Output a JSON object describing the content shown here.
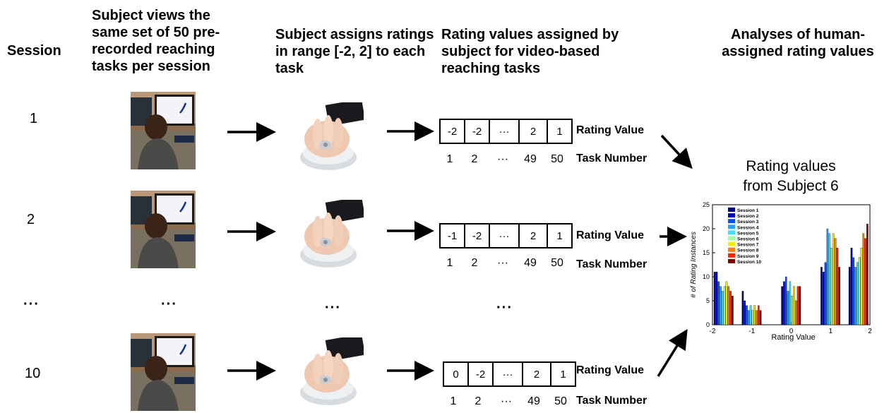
{
  "headers": {
    "session": "Session",
    "views": "Subject views the same set of 50 pre-recorded reaching tasks per session",
    "assigns": "Subject assigns ratings in range [-2, 2] to each task",
    "ratings": "Rating values assigned by subject for video-based reaching tasks",
    "analyses": "Analyses of human-assigned rating values"
  },
  "sessions": [
    {
      "label": "1",
      "cells": [
        "-2",
        "-2",
        "···",
        "2",
        "1"
      ]
    },
    {
      "label": "2",
      "cells": [
        "-1",
        "-2",
        "···",
        "2",
        "1"
      ]
    },
    {
      "label": "10",
      "cells": [
        "0",
        "-2",
        "···",
        "2",
        "1"
      ]
    }
  ],
  "task_numbers": [
    "1",
    "2",
    "···",
    "49",
    "50"
  ],
  "ellipsis": "···",
  "rating_value_label": "Rating Value",
  "task_number_label": "Task Number",
  "chart_title_line1": "Rating values",
  "chart_title_line2": "from Subject 6",
  "chart_data": {
    "type": "bar",
    "xlabel": "Rating Value",
    "ylabel": "# of Rating Instances",
    "categories": [
      "-2",
      "-1",
      "0",
      "1",
      "2"
    ],
    "ylim": [
      0,
      25
    ],
    "yticks": [
      "0",
      "5",
      "10",
      "15",
      "20",
      "25"
    ],
    "legend_position": "top-left",
    "series": [
      {
        "name": "Session 1",
        "color": "#000080",
        "values": [
          11,
          7,
          8,
          12,
          12
        ]
      },
      {
        "name": "Session 2",
        "color": "#0000cc",
        "values": [
          11,
          5,
          9,
          11,
          16
        ]
      },
      {
        "name": "Session 3",
        "color": "#0050ff",
        "values": [
          9,
          4,
          10,
          13,
          14
        ]
      },
      {
        "name": "Session 4",
        "color": "#20a0ff",
        "values": [
          8,
          3,
          7,
          20,
          12
        ]
      },
      {
        "name": "Session 5",
        "color": "#40e0ff",
        "values": [
          7,
          4,
          9,
          19,
          13
        ]
      },
      {
        "name": "Session 6",
        "color": "#a0ffa0",
        "values": [
          8,
          3,
          6,
          16,
          14
        ]
      },
      {
        "name": "Session 7",
        "color": "#f0f000",
        "values": [
          9,
          4,
          8,
          19,
          16
        ]
      },
      {
        "name": "Session 8",
        "color": "#ff8000",
        "values": [
          8,
          3,
          5,
          18,
          19
        ]
      },
      {
        "name": "Session 9",
        "color": "#ff2000",
        "values": [
          7,
          4,
          8,
          16,
          18
        ]
      },
      {
        "name": "Session 10",
        "color": "#800000",
        "values": [
          6,
          3,
          8,
          12,
          21
        ]
      }
    ]
  }
}
